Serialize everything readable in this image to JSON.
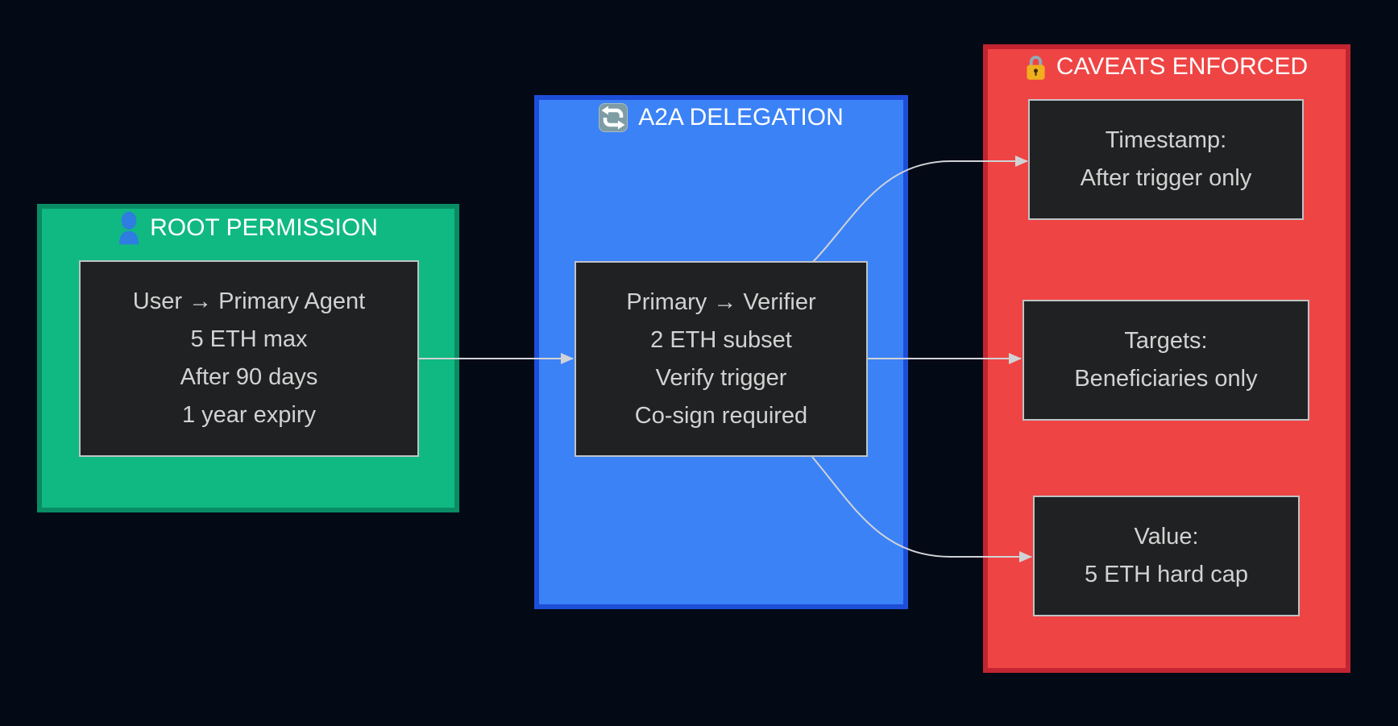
{
  "diagram": {
    "background_color": "#030915",
    "arrow_color": "#d0d3d6",
    "node_fill": "#202122",
    "node_border_color": "#bfc3c7",
    "node_text_color": "#d2d2d2",
    "title_text_color": "#ffffff"
  },
  "panels": [
    {
      "id": "root-permission",
      "title": "ROOT PERMISSION",
      "icon": "user-icon",
      "icon_glyph": "👤",
      "fill": "#10b981",
      "border": "#088c64",
      "nodes": [
        {
          "id": "root-grant",
          "lines": [
            "User → Primary Agent",
            "5 ETH max",
            "After 90 days",
            "1 year expiry"
          ]
        }
      ]
    },
    {
      "id": "a2a-delegation",
      "title": "A2A DELEGATION",
      "icon": "swap-arrows-icon",
      "icon_glyph": "🔄",
      "fill": "#3b82f6",
      "border": "#1d4ed8",
      "nodes": [
        {
          "id": "a2a-grant",
          "lines": [
            "Primary → Verifier",
            "2 ETH subset",
            "Verify trigger",
            "Co-sign required"
          ]
        }
      ]
    },
    {
      "id": "caveats-enforced",
      "title": "CAVEATS ENFORCED",
      "icon": "lock-icon",
      "icon_glyph": "🔒",
      "fill": "#ef4444",
      "border": "#c22531",
      "nodes": [
        {
          "id": "timestamp-caveat",
          "lines": [
            "Timestamp:",
            "After trigger only"
          ]
        },
        {
          "id": "targets-caveat",
          "lines": [
            "Targets:",
            "Beneficiaries only"
          ]
        },
        {
          "id": "value-caveat",
          "lines": [
            "Value:",
            "5 ETH hard cap"
          ]
        }
      ]
    }
  ],
  "edges": [
    {
      "from": "root-grant",
      "to": "a2a-grant"
    },
    {
      "from": "a2a-grant",
      "to": "timestamp-caveat"
    },
    {
      "from": "a2a-grant",
      "to": "targets-caveat"
    },
    {
      "from": "a2a-grant",
      "to": "value-caveat"
    }
  ]
}
